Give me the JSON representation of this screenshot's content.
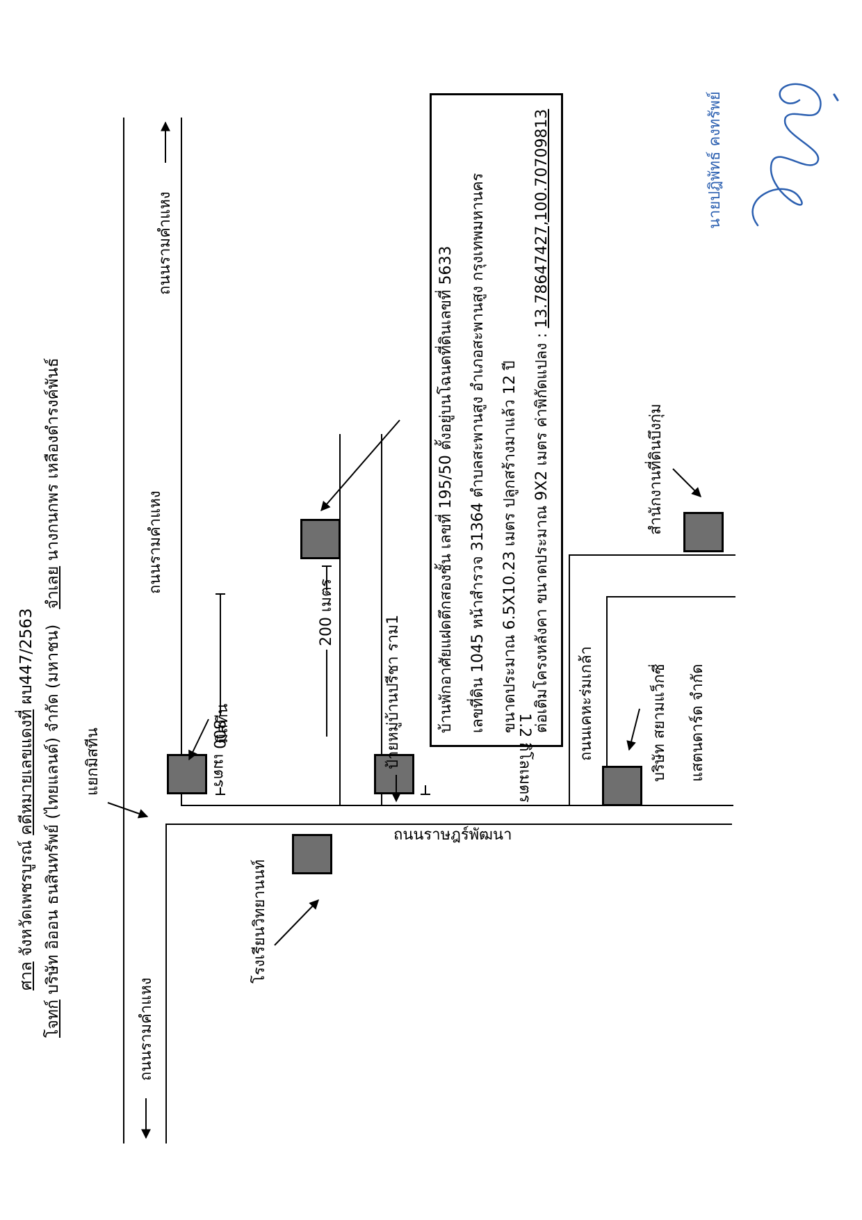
{
  "header": {
    "court_label": "ศาล",
    "court_name": "จังหวัดเพชรบูรณ์",
    "case_label": "คดีหมายเลขแดงที่",
    "case_number": "ผบ447/2563",
    "plaintiff_label": "โจทก์",
    "plaintiff_name": "บริษัท อิออน ธนสินทรัพย์ (ไทยแลนด์) จำกัด (มหาชน)",
    "defendant_label": "จำเลย",
    "defendant_name": "นางกนกพร เหลืองดำรงค์พันธ์"
  },
  "roads": {
    "ramkhamhaeng_left": "ถนนรามคำแหง",
    "ramkhamhaeng_middle": "ถนนรามคำแหง",
    "ramkhamhaeng_right": "ถนนรามคำแหง",
    "ratpattana": "ถนนราษฎร์พัฒนา",
    "khehartromklao": "ถนนเคหะร่มเกล้า"
  },
  "landmarks": {
    "junction": "แยกมิสทีน",
    "mistine": "มิสทีน",
    "school": "โรงเรียนวิทยานนท์",
    "village_sign": "ป้ายหมู่บ้านปรีชา ราม1",
    "company_line1": "บริษัท สยามแว็กซี่",
    "company_line2": "แสตนดาร์ด จำกัด",
    "land_office": "สำนักงานที่ดินบึงกุ่ม"
  },
  "distances": {
    "d800": "800 เมตร",
    "d200": "200 เมตร",
    "d1_2km": "1.2 กิโลเมตร"
  },
  "property": {
    "line1": "บ้านพักอาศัยแฝดตึกสองชั้น เลขที่ 195/50 ตั้งอยู่บนโฉนดที่ดินเลขที่ 5633",
    "line2": "เลขที่ดิน 1045 หน้าสำรวจ 31364 ตำบลสะพานสูง อำเภอสะพานสูง กรุงเทพมหานคร",
    "line3": "ขนาดประมาณ 6.5X10.23 เมตร ปลูกสร้างมาแล้ว 12 ปี",
    "line4_prefix": "ต่อเติมโครงหลังคา ขนาดประมาณ 9X2 เมตร ค่าพิกัดแปลง : ",
    "coordinates": "13.78647427,100.70709813"
  },
  "signature": {
    "name": "นายปฎิพัทธ์ คงทรัพย์",
    "ink_color": "#2b5fb0"
  }
}
